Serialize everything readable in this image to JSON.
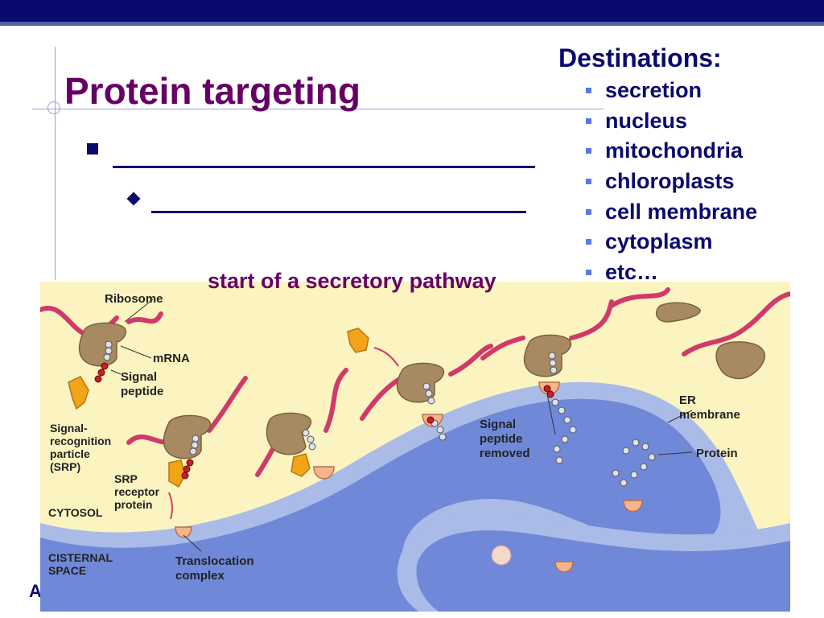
{
  "slide": {
    "title": "Protein targeting",
    "caption": "start of a secretory pathway",
    "footer_letter": "A"
  },
  "destinations": {
    "heading": "Destinations:",
    "items": [
      "secretion",
      "nucleus",
      "mitochondria",
      "chloroplasts",
      "cell membrane",
      "cytoplasm",
      "etc…"
    ]
  },
  "figure": {
    "labels": {
      "ribosome": "Ribosome",
      "mrna": "mRNA",
      "signal_peptide": [
        "Signal",
        "peptide"
      ],
      "srp": [
        "Signal-",
        "recognition",
        "particle",
        "(SRP)"
      ],
      "srp_receptor": [
        "SRP",
        "receptor",
        "protein"
      ],
      "cytosol": "CYTOSOL",
      "cisternal_space": [
        "CISTERNAL",
        "SPACE"
      ],
      "translocation_complex": [
        "Translocation",
        "complex"
      ],
      "signal_removed": [
        "Signal",
        "peptide",
        "removed"
      ],
      "er_membrane": [
        "ER",
        "membrane"
      ],
      "protein": "Protein"
    },
    "colors": {
      "background": "#fbf4c0",
      "lumen": "#7088d8",
      "membrane": "#aabbe8",
      "ribosome": "#a78a62",
      "mrna": "#d03a6a",
      "srp": "#f2a418",
      "translocon": "#f6b48e",
      "protein_bead": "#e0e0ec",
      "signal_bead": "#c0202a"
    }
  }
}
